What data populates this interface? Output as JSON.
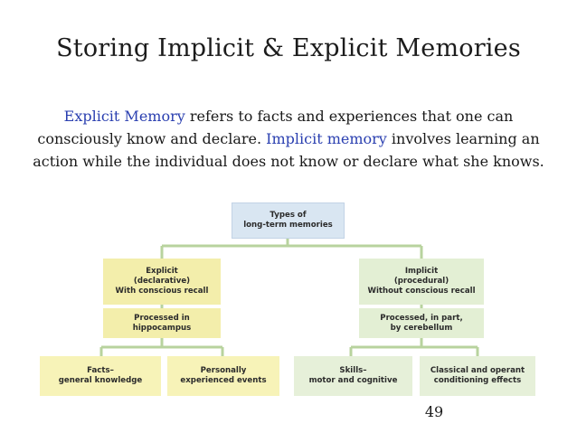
{
  "slide": {
    "title": "Storing Implicit & Explicit Memories",
    "body": {
      "term1": "Explicit Memory",
      "text1": " refers to facts and experiences that one can consciously know and declare. ",
      "term2": "Implicit memory",
      "text2": " involves learning an action while the individual does not know or declare what she knows."
    },
    "page_number": "49"
  },
  "diagram": {
    "root": "Types of\nlong-term memories",
    "explicit": {
      "header": "Explicit\n(declarative)\nWith conscious recall",
      "process": "Processed in\nhippocampus",
      "leaves": [
        "Facts–\ngeneral knowledge",
        "Personally\nexperienced events"
      ]
    },
    "implicit": {
      "header": "Implicit\n(procedural)\nWithout conscious recall",
      "process": "Processed, in part,\nby cerebellum",
      "leaves": [
        "Skills–\nmotor and cognitive",
        "Classical and operant\nconditioning effects"
      ]
    },
    "colors": {
      "root_fill": "#d9e6f2",
      "explicit_fill": "#f3eeab",
      "implicit_fill": "#e3efd4",
      "connector": "#b8d39e"
    }
  }
}
